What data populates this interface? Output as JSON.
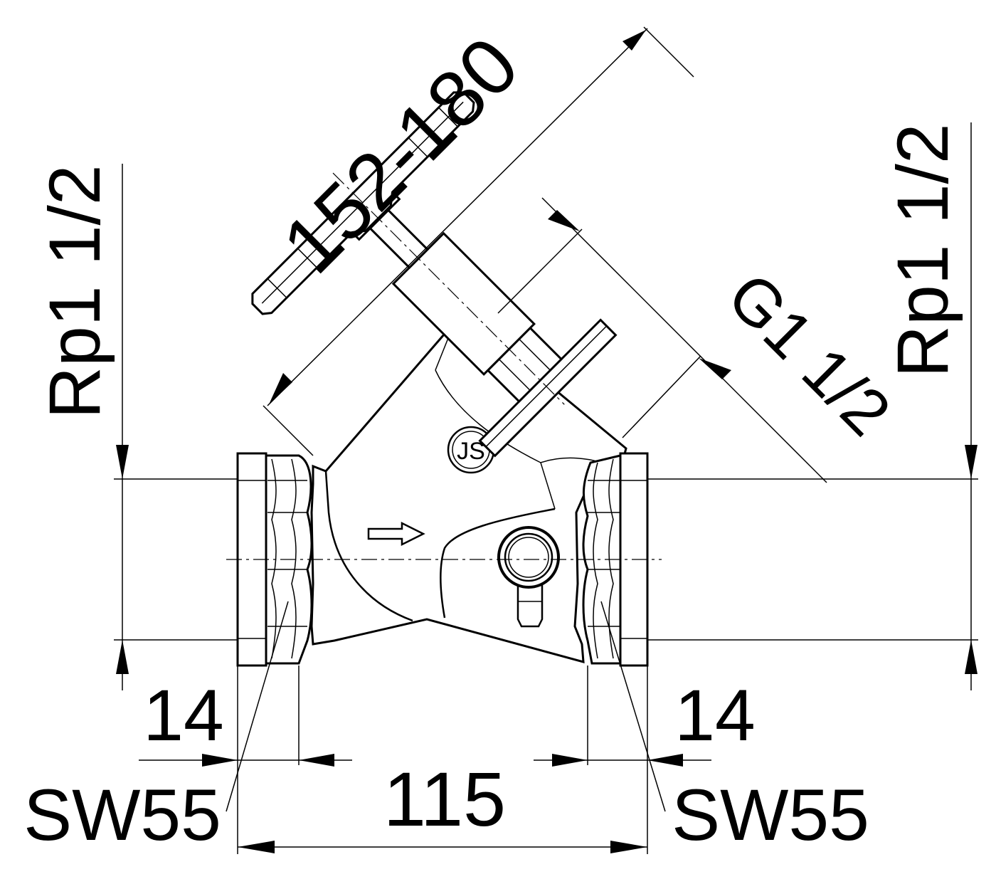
{
  "dimensions": {
    "stem_length": "152-180",
    "bonnet_thread": "G1 1/2",
    "inlet_thread": "Rp1 1/2",
    "outlet_thread": "Rp1 1/2",
    "face_to_face": "115",
    "left_thread_depth": "14",
    "right_thread_depth": "14",
    "left_wrench": "SW55",
    "right_wrench": "SW55"
  },
  "logo": {
    "text": "JS"
  }
}
